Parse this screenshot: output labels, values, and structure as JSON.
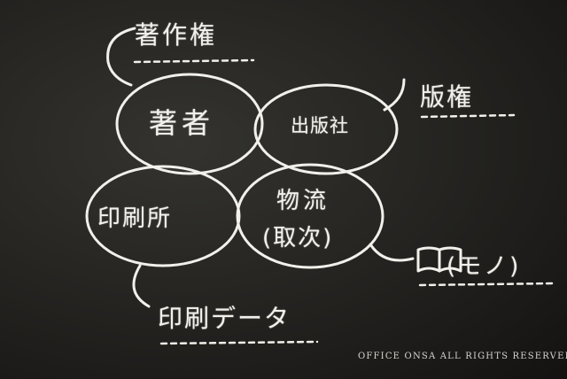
{
  "diagram": {
    "labels": {
      "copyright_label": "著作権",
      "author": "著者",
      "publisher": "出版社",
      "publishing_rights_label": "版権",
      "printer": "印刷所",
      "logistics_line1": "物流",
      "logistics_line2": "(取次)",
      "book_goods": "(モノ)",
      "print_data_label": "印刷データ"
    },
    "book_icon": "open-book-icon"
  },
  "footer": {
    "copyright_notice": "OFFICE ONSA ALL RIGHTS RESERVED."
  },
  "colors": {
    "chalkboard": "#1e1d1b",
    "chalk": "#f2f0ea"
  }
}
